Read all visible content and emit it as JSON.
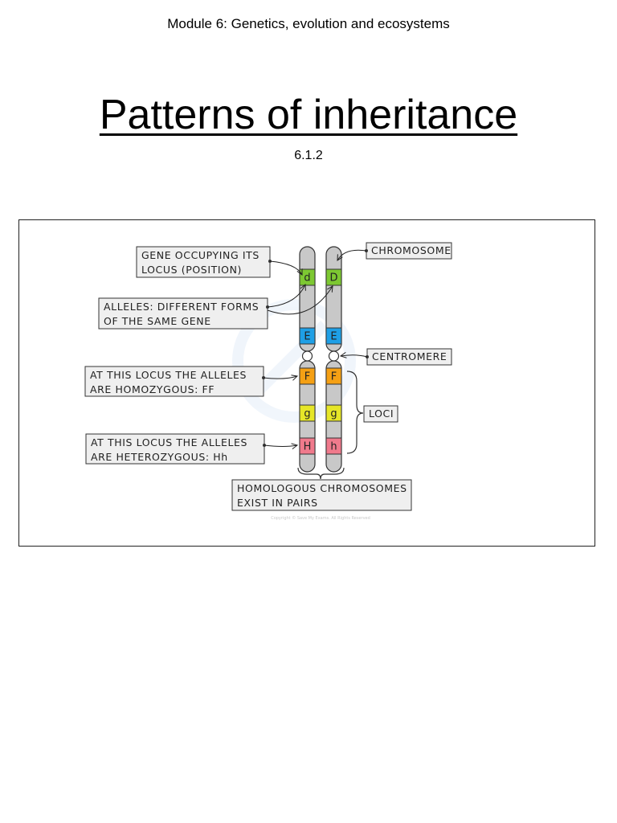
{
  "header": {
    "module": "Module 6: Genetics, evolution and ecosystems",
    "title": "Patterns of inheritance",
    "section": "6.1.2"
  },
  "diagram": {
    "labels": {
      "gene_line1": "GENE OCCUPYING ITS",
      "gene_line2": "LOCUS (POSITION)",
      "alleles_line1": "ALLELES: DIFFERENT FORMS",
      "alleles_line2": "OF THE SAME GENE",
      "homozygous_line1": "AT THIS LOCUS THE ALLELES",
      "homozygous_line2": "ARE HOMOZYGOUS: FF",
      "heterozygous_line1": "AT THIS LOCUS THE ALLELES",
      "heterozygous_line2": "ARE HETEROZYGOUS: Hh",
      "chromosome": "CHROMOSOME",
      "centromere": "CENTROMERE",
      "loci": "LOCI",
      "homologous_line1": "HOMOLOGOUS CHROMOSOMES",
      "homologous_line2": "EXIST IN PAIRS"
    },
    "left_alleles": [
      "d",
      "E",
      "F",
      "g",
      "H"
    ],
    "right_alleles": [
      "D",
      "E",
      "F",
      "g",
      "h"
    ],
    "colors": {
      "d_locus": "#7dc832",
      "e_locus": "#1e9fe6",
      "f_locus": "#f5a014",
      "g_locus": "#e6e628",
      "h_locus": "#f07a8c",
      "chromosome": "#c8c8c8",
      "label_box": "#efefef"
    },
    "copyright": "Copyright © Save My Exams. All Rights Reserved"
  }
}
